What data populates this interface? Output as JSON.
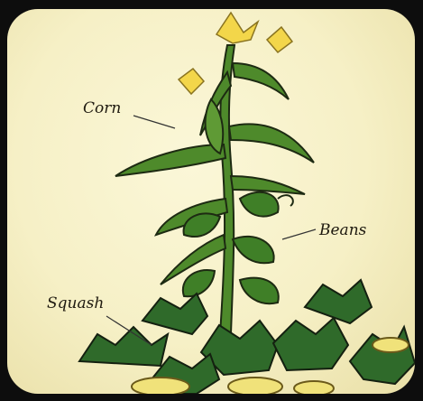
{
  "labels": {
    "corn": "Corn",
    "beans": "Beans",
    "squash": "Squash"
  },
  "colors": {
    "background": "#f6f0c6",
    "frame": "#0d0d0d",
    "leaf_green": "#4e8a2b",
    "leaf_dark": "#2e5a1c",
    "flower_yellow": "#f3d64a",
    "squash_yellow": "#f0e27a"
  }
}
